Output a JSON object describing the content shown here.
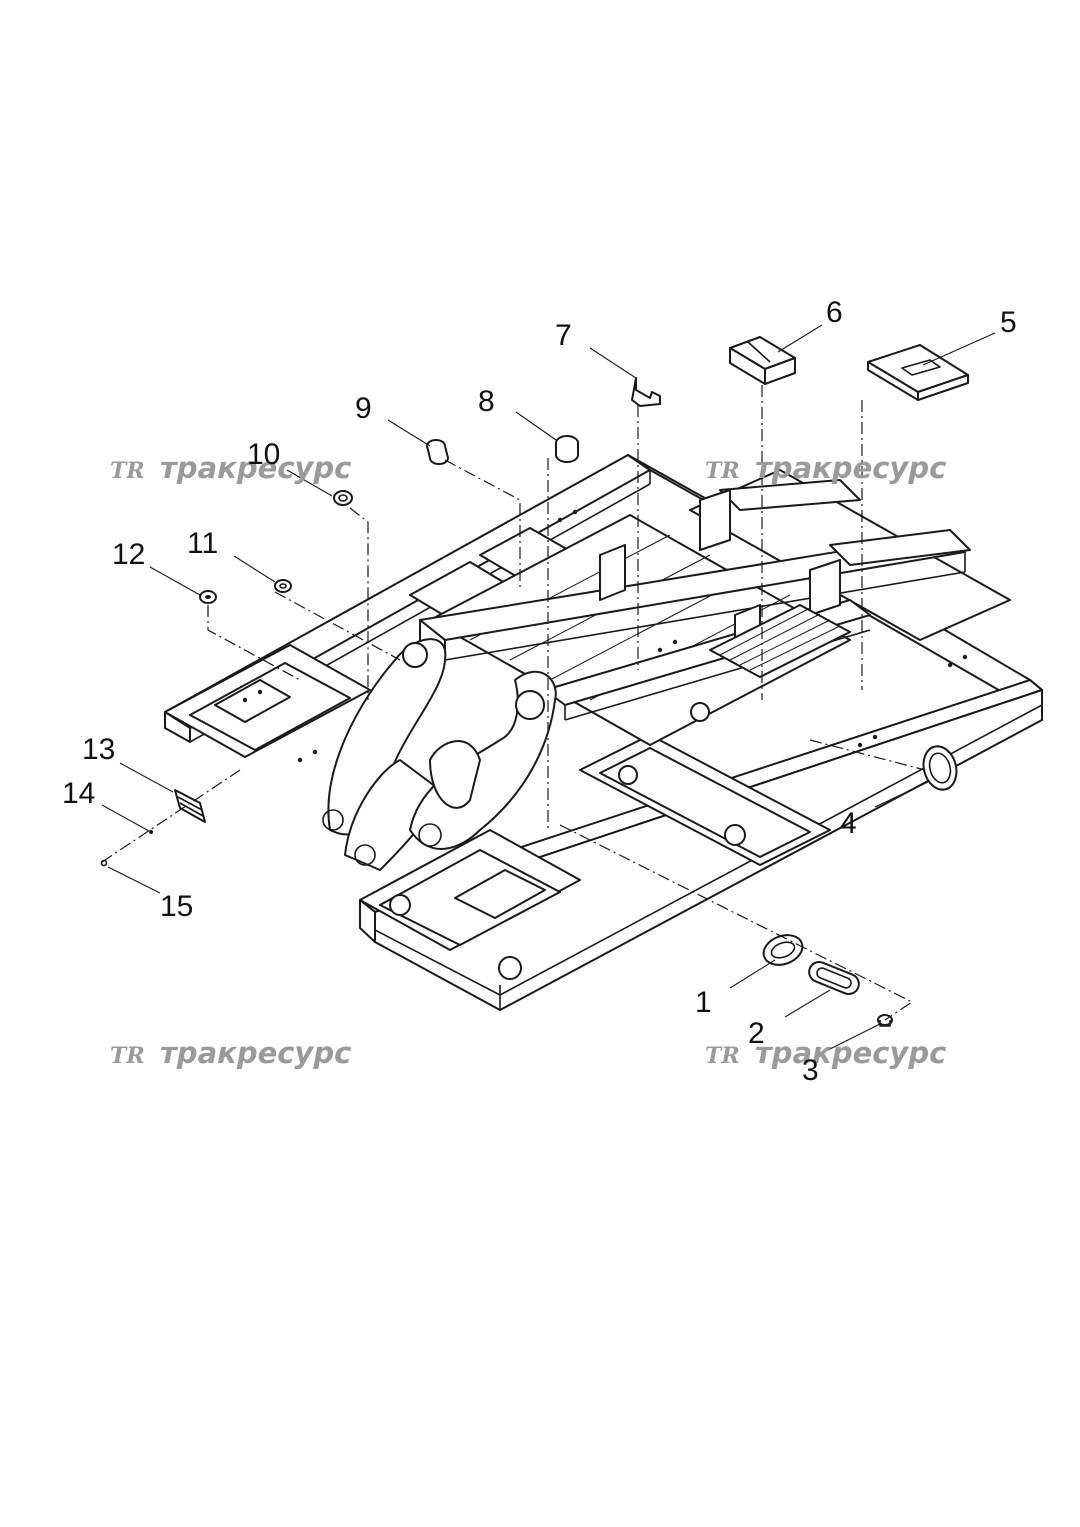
{
  "watermark": {
    "logo": "TR",
    "text": "тракресурс"
  },
  "callouts": [
    "1",
    "2",
    "3",
    "4",
    "5",
    "6",
    "7",
    "8",
    "9",
    "10",
    "11",
    "12",
    "13",
    "14",
    "15"
  ],
  "colors": {
    "line": "#1a1a1a",
    "watermark": "#9a9a9a",
    "background": "#ffffff"
  }
}
